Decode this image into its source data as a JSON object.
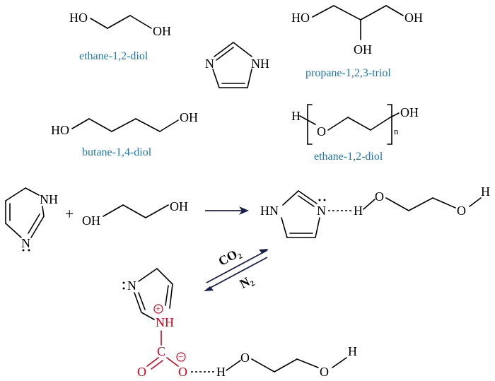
{
  "accent_colors": {
    "name_color": "#1a78b0",
    "charged_color": "#d0021b",
    "arrow_color": "#1a1f4a"
  },
  "top": {
    "ethanediol": {
      "ho": "HO",
      "oh": "OH",
      "name": "ethane-1,2-diol"
    },
    "imidazole": {
      "n": "N",
      "nh": "NH"
    },
    "glycerol": {
      "ho_left": "HO",
      "oh_right": "OH",
      "oh_bottom": "OH",
      "name": "propane-1,2,3-triol"
    },
    "butanediol": {
      "ho": "HO",
      "oh": "OH",
      "name": "butane-1,4-diol"
    },
    "peg": {
      "h": "H",
      "o": "O",
      "n": "n",
      "oh": "OH",
      "name": "ethane-1,2-diol"
    }
  },
  "reaction": {
    "reactant_imidazole": {
      "nh": "NH",
      "n": "N"
    },
    "plus": "+",
    "reactant_diol": {
      "oh_left": "OH",
      "oh_right": "OH"
    },
    "product": {
      "hn": "HN",
      "n": "N",
      "h1": "H",
      "o1": "O",
      "o2": "O",
      "h2": "H"
    },
    "forward_label": "CO₂",
    "reverse_label": "N₂",
    "carbamate": {
      "n_top": "N",
      "nh": "NH",
      "plus_sign": "+",
      "c": "C",
      "o_double": "O",
      "o_minus": "O",
      "minus_sign": "−",
      "h1": "H",
      "o1": "O",
      "o2": "O",
      "h2": "H"
    }
  }
}
